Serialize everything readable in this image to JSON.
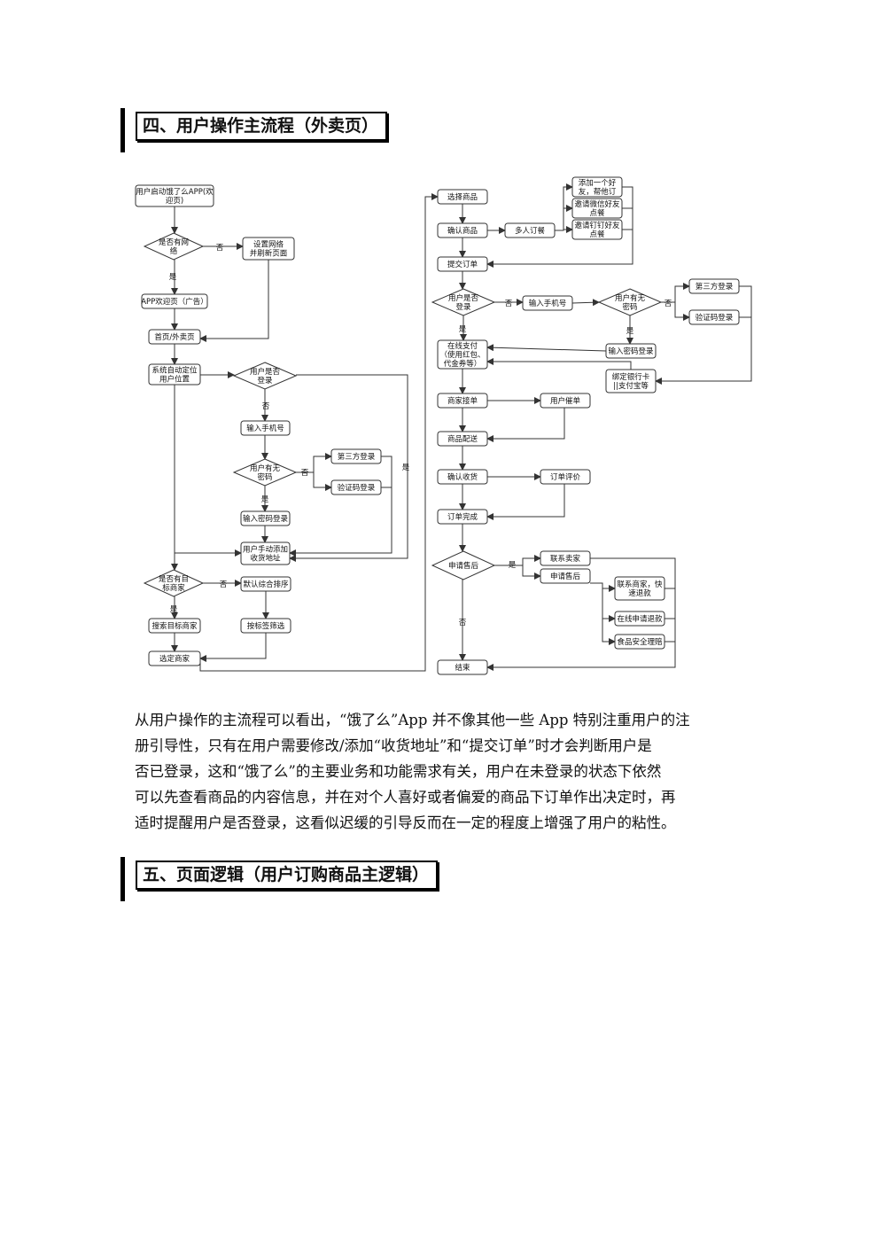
{
  "section4": {
    "title": "四、用户操作主流程（外卖页）"
  },
  "section5": {
    "title": "五、页面逻辑（用户订购商品主逻辑）"
  },
  "paragraph": [
    "从用户操作的主流程可以看出，“饿了么”App 并不像其他一些 App 特别注重用户的注",
    "册引导性，只有在用户需要修改/添加“收货地址”和“提交订单”时才会判断用户是",
    "否已登录，这和“饿了么”的主要业务和功能需求有关，用户在未登录的状态下依然",
    "可以先查看商品的内容信息，并在对个人喜好或者偏爱的商品下订单作出决定时，再",
    "适时提醒用户是否登录，这看似迟缓的引导反而在一定的程度上增强了用户的粘性。"
  ],
  "flowchart": {
    "nodes": [
      {
        "id": "start",
        "shape": "rect",
        "lines": [
          "用户启动饿了么APP(欢",
          "迎页)"
        ]
      },
      {
        "id": "net",
        "shape": "diamond",
        "lines": [
          "是否有网",
          "络"
        ]
      },
      {
        "id": "setnet",
        "shape": "rect",
        "lines": [
          "设置网络",
          "并刷新页面"
        ]
      },
      {
        "id": "ad",
        "shape": "rect",
        "lines": [
          "APP欢迎页（广告）"
        ]
      },
      {
        "id": "home",
        "shape": "rect",
        "lines": [
          "首页/外卖页"
        ]
      },
      {
        "id": "locate",
        "shape": "rect",
        "lines": [
          "系统自动定位",
          "用户位置"
        ]
      },
      {
        "id": "login1",
        "shape": "diamond",
        "lines": [
          "用户是否",
          "登录"
        ]
      },
      {
        "id": "phone1",
        "shape": "rect",
        "lines": [
          "输入手机号"
        ]
      },
      {
        "id": "pwd1",
        "shape": "diamond",
        "lines": [
          "用户有无",
          "密码"
        ]
      },
      {
        "id": "third1",
        "shape": "rect",
        "lines": [
          "第三方登录"
        ]
      },
      {
        "id": "code1",
        "shape": "rect",
        "lines": [
          "验证码登录"
        ]
      },
      {
        "id": "enterpwd1",
        "shape": "rect",
        "lines": [
          "输入密码登录"
        ]
      },
      {
        "id": "addr",
        "shape": "rect",
        "lines": [
          "用户手动添加",
          "收货地址"
        ]
      },
      {
        "id": "target",
        "shape": "diamond",
        "lines": [
          "是否有目",
          "标商家"
        ]
      },
      {
        "id": "sort",
        "shape": "rect",
        "lines": [
          "默认综合排序"
        ]
      },
      {
        "id": "search",
        "shape": "rect",
        "lines": [
          "搜索目标商家"
        ]
      },
      {
        "id": "filter",
        "shape": "rect",
        "lines": [
          "按标签筛选"
        ]
      },
      {
        "id": "pick",
        "shape": "rect",
        "lines": [
          "选定商家"
        ]
      },
      {
        "id": "select",
        "shape": "rect",
        "lines": [
          "选择商品"
        ]
      },
      {
        "id": "confirm",
        "shape": "rect",
        "lines": [
          "确认商品"
        ]
      },
      {
        "id": "multi",
        "shape": "rect",
        "lines": [
          "多人订餐"
        ]
      },
      {
        "id": "friend",
        "shape": "rect",
        "lines": [
          "添加一个好",
          "友，帮他订"
        ]
      },
      {
        "id": "wechat",
        "shape": "rect",
        "lines": [
          "邀请微信好友",
          "点餐"
        ]
      },
      {
        "id": "dingding",
        "shape": "rect",
        "lines": [
          "邀请钉钉好友",
          "点餐"
        ]
      },
      {
        "id": "submit",
        "shape": "rect",
        "lines": [
          "提交订单"
        ]
      },
      {
        "id": "login2",
        "shape": "diamond",
        "lines": [
          "用户是否",
          "登录"
        ]
      },
      {
        "id": "phone2",
        "shape": "rect",
        "lines": [
          "输入手机号"
        ]
      },
      {
        "id": "pwd2",
        "shape": "diamond",
        "lines": [
          "用户有无",
          "密码"
        ]
      },
      {
        "id": "third2",
        "shape": "rect",
        "lines": [
          "第三方登录"
        ]
      },
      {
        "id": "code2",
        "shape": "rect",
        "lines": [
          "验证码登录"
        ]
      },
      {
        "id": "enterpwd2",
        "shape": "rect",
        "lines": [
          "输入密码登录"
        ]
      },
      {
        "id": "pay",
        "shape": "rect",
        "lines": [
          "在线支付",
          "（使用红包、",
          "代金券等）"
        ]
      },
      {
        "id": "bind",
        "shape": "rect",
        "lines": [
          "绑定银行卡",
          "||支付宝等"
        ]
      },
      {
        "id": "accept",
        "shape": "rect",
        "lines": [
          "商家接单"
        ]
      },
      {
        "id": "urge",
        "shape": "rect",
        "lines": [
          "用户催单"
        ]
      },
      {
        "id": "deliver",
        "shape": "rect",
        "lines": [
          "商品配送"
        ]
      },
      {
        "id": "receive",
        "shape": "rect",
        "lines": [
          "确认收货"
        ]
      },
      {
        "id": "review",
        "shape": "rect",
        "lines": [
          "订单评价"
        ]
      },
      {
        "id": "done",
        "shape": "rect",
        "lines": [
          "订单完成"
        ]
      },
      {
        "id": "aftersale",
        "shape": "diamond",
        "lines": [
          "申请售后"
        ]
      },
      {
        "id": "contact",
        "shape": "rect",
        "lines": [
          "联系卖家"
        ]
      },
      {
        "id": "apply",
        "shape": "rect",
        "lines": [
          "申请售后"
        ]
      },
      {
        "id": "refund1",
        "shape": "rect",
        "lines": [
          "联系商家，快",
          "速退款"
        ]
      },
      {
        "id": "refund2",
        "shape": "rect",
        "lines": [
          "在线申请退款"
        ]
      },
      {
        "id": "safety",
        "shape": "rect",
        "lines": [
          "食品安全理赔"
        ]
      },
      {
        "id": "end",
        "shape": "rect",
        "lines": [
          "结束"
        ]
      }
    ],
    "edge_labels": [
      {
        "id": "l_net_no",
        "text": "否"
      },
      {
        "id": "l_net_yes",
        "text": "是"
      },
      {
        "id": "l_login1_no",
        "text": "否"
      },
      {
        "id": "l_pwd1_no",
        "text": "否"
      },
      {
        "id": "l_pwd1_yes",
        "text": "是"
      },
      {
        "id": "l_login1_yes",
        "text": "是"
      },
      {
        "id": "l_target_no",
        "text": "否"
      },
      {
        "id": "l_target_yes",
        "text": "是"
      },
      {
        "id": "l_login2_no",
        "text": "否"
      },
      {
        "id": "l_login2_yes",
        "text": "是"
      },
      {
        "id": "l_pwd2_no",
        "text": "否"
      },
      {
        "id": "l_pwd2_yes",
        "text": "是"
      },
      {
        "id": "l_after_yes",
        "text": "是"
      },
      {
        "id": "l_after_no",
        "text": "否"
      }
    ]
  }
}
